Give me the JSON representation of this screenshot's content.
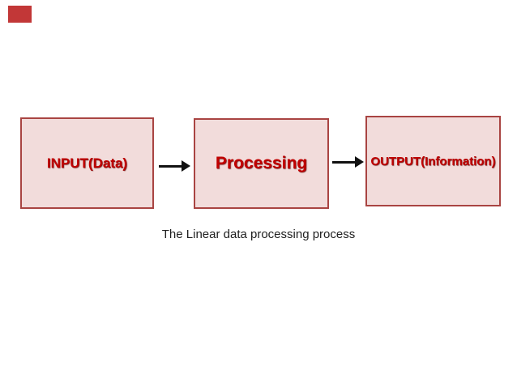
{
  "theme": {
    "canvas-bg": "#ffffff",
    "corner-rect": "#c23737",
    "box-fill": "#f2dcdb",
    "box-border": "#a94442",
    "box-text": "#c00000",
    "arrow-color": "#111111",
    "caption-color": "#1f1f1f"
  },
  "diagram": {
    "boxes": [
      {
        "id": "input",
        "label": "INPUT(Data)"
      },
      {
        "id": "processing",
        "label": "Processing"
      },
      {
        "id": "output",
        "label": "OUTPUT(Information)"
      }
    ],
    "arrows": [
      {
        "from": "input",
        "to": "processing",
        "direction": "right"
      },
      {
        "from": "processing",
        "to": "output",
        "direction": "right"
      }
    ],
    "caption": "The Linear data processing process"
  }
}
